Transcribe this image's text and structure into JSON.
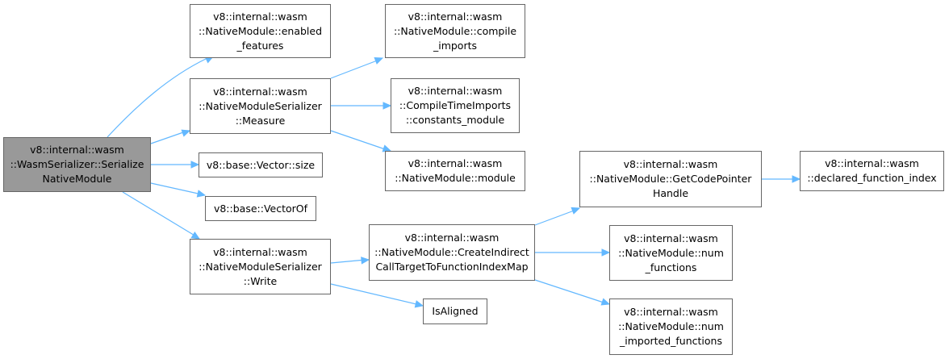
{
  "colors": {
    "edge": "#63b8ff",
    "root_fill": "#999999",
    "node_fill": "#ffffff",
    "border": "#666666"
  },
  "nodes": {
    "root": [
      "v8::internal::wasm",
      "::WasmSerializer::Serialize",
      "NativeModule"
    ],
    "enabled_features": [
      "v8::internal::wasm",
      "::NativeModule::enabled",
      "_features"
    ],
    "nms_measure": [
      "v8::internal::wasm",
      "::NativeModuleSerializer",
      "::Measure"
    ],
    "vector_size": [
      "v8::base::Vector::size"
    ],
    "vector_of": [
      "v8::base::VectorOf"
    ],
    "nms_write": [
      "v8::internal::wasm",
      "::NativeModuleSerializer",
      "::Write"
    ],
    "compile_imports": [
      "v8::internal::wasm",
      "::NativeModule::compile",
      "_imports"
    ],
    "constants_module": [
      "v8::internal::wasm",
      "::CompileTimeImports",
      "::constants_module"
    ],
    "nm_module": [
      "v8::internal::wasm",
      "::NativeModule::module"
    ],
    "create_map": [
      "v8::internal::wasm",
      "::NativeModule::CreateIndirect",
      "CallTargetToFunctionIndexMap"
    ],
    "is_aligned": [
      "IsAligned"
    ],
    "get_code_pointer": [
      "v8::internal::wasm",
      "::NativeModule::GetCodePointer",
      "Handle"
    ],
    "num_functions": [
      "v8::internal::wasm",
      "::NativeModule::num",
      "_functions"
    ],
    "num_imported": [
      "v8::internal::wasm",
      "::NativeModule::num",
      "_imported_functions"
    ],
    "declared_index": [
      "v8::internal::wasm",
      "::declared_function_index"
    ]
  }
}
